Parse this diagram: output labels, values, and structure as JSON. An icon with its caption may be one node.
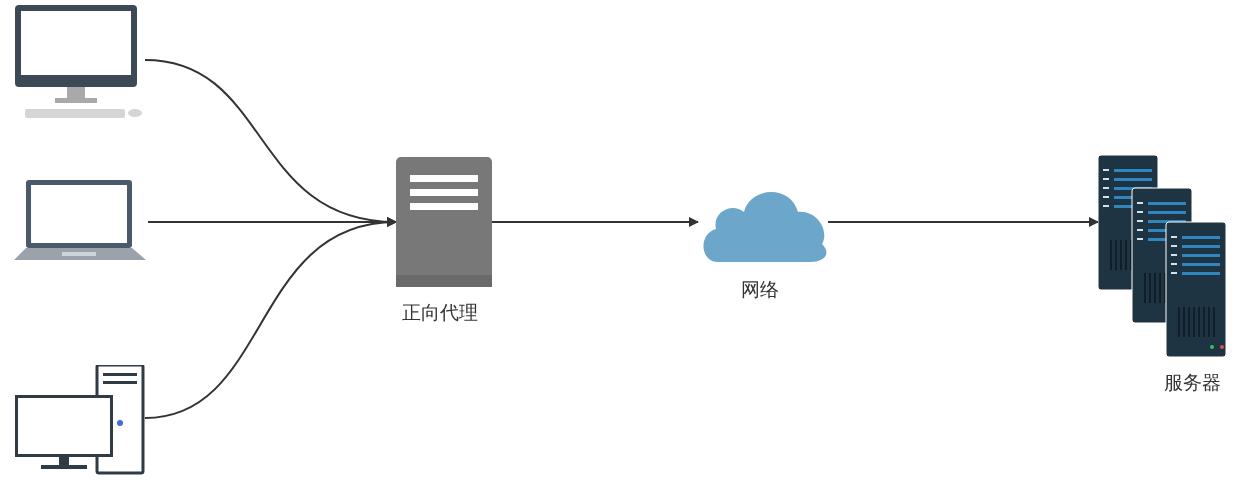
{
  "diagram": {
    "nodes": [
      {
        "text": [],
        "shape": "monitor"
      },
      {
        "text": [],
        "shape": "laptop"
      },
      {
        "text": [],
        "shape": "computer"
      },
      {
        "text": [
          "正向代理"
        ]
      },
      {
        "text": [
          "网络"
        ]
      },
      {
        "text": [
          "服务器"
        ]
      }
    ],
    "edges": [
      {
        "from": 0,
        "to": 3,
        "arrow": "to"
      },
      {
        "from": 1,
        "to": 3,
        "arrow": "to"
      },
      {
        "from": 2,
        "to": 3,
        "arrow": "to"
      },
      {
        "from": 3,
        "to": 4,
        "arrow": "to"
      },
      {
        "from": 4,
        "to": 5,
        "arrow": "to"
      }
    ]
  }
}
